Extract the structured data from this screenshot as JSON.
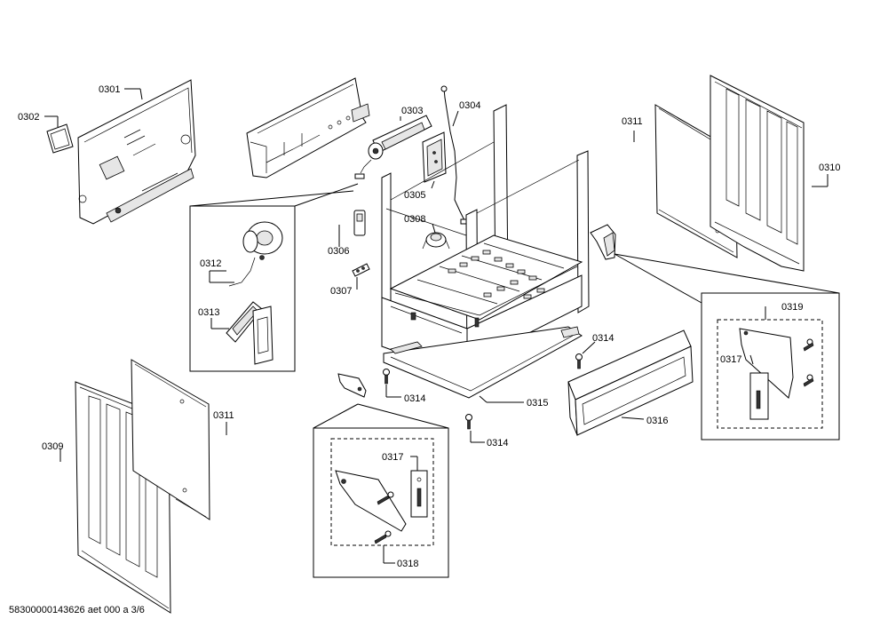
{
  "labels": {
    "l0301": "0301",
    "l0302": "0302",
    "l0303": "0303",
    "l0304": "0304",
    "l0305": "0305",
    "l0306": "0306",
    "l0307": "0307",
    "l0308": "0308",
    "l0309": "0309",
    "l0310": "0310",
    "l0311a": "0311",
    "l0311b": "0311",
    "l0312": "0312",
    "l0313": "0313",
    "l0314a": "0314",
    "l0314b": "0314",
    "l0314c": "0314",
    "l0315": "0315",
    "l0316": "0316",
    "l0317a": "0317",
    "l0317b": "0317",
    "l0318": "0318",
    "l0319": "0319"
  },
  "footer": "58300000143626 aet 000 a 3/6"
}
